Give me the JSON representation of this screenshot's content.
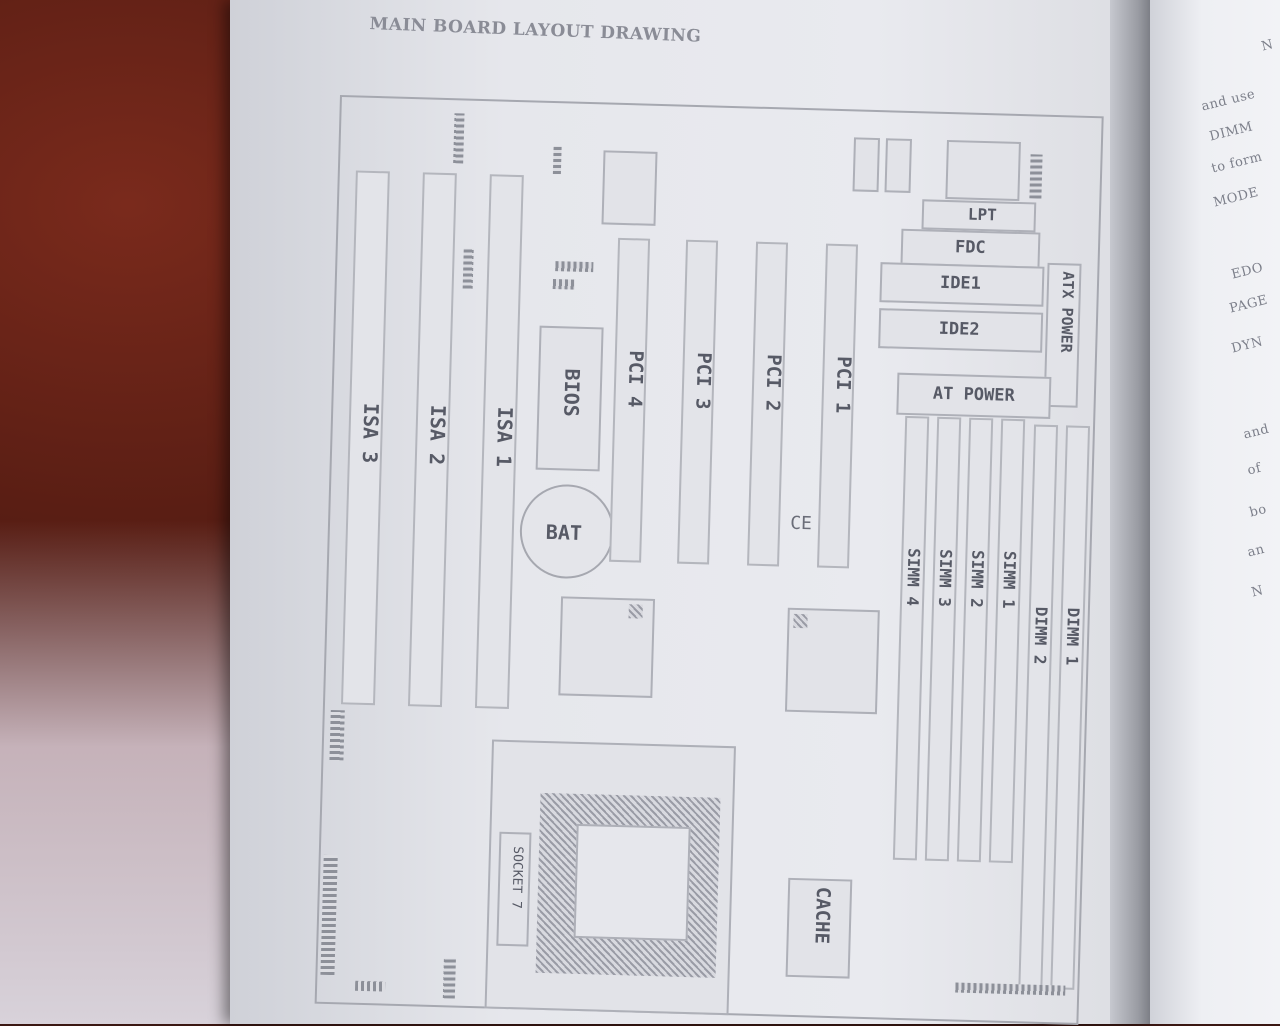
{
  "page": {
    "title": "MAIN BOARD LAYOUT DRAWING"
  },
  "board": {
    "isa_slots": [
      "ISA 3",
      "ISA 2",
      "ISA 1"
    ],
    "pci_slots": [
      "PCI 4",
      "PCI 3",
      "PCI 2",
      "PCI 1"
    ],
    "bios_label": "BIOS",
    "battery_label": "BAT",
    "ce_mark": "CE",
    "connectors": {
      "lpt": "LPT",
      "fdc": "FDC",
      "ide1": "IDE1",
      "ide2": "IDE2",
      "atx_power": "ATX POWER",
      "at_power": "AT POWER"
    },
    "simm_slots": [
      "SIMM 1",
      "SIMM 2",
      "SIMM 3",
      "SIMM 4"
    ],
    "dimm_slots": [
      "DIMM 1",
      "DIMM 2"
    ],
    "socket_label": "SOCKET 7",
    "cache_label": "CACHE"
  },
  "facing_page": {
    "lines": [
      "N",
      "and use",
      "DIMM",
      "to form",
      "MODE",
      "EDO",
      "PAGE",
      "DYN",
      "and",
      "of",
      "bo",
      "an",
      "N"
    ]
  }
}
